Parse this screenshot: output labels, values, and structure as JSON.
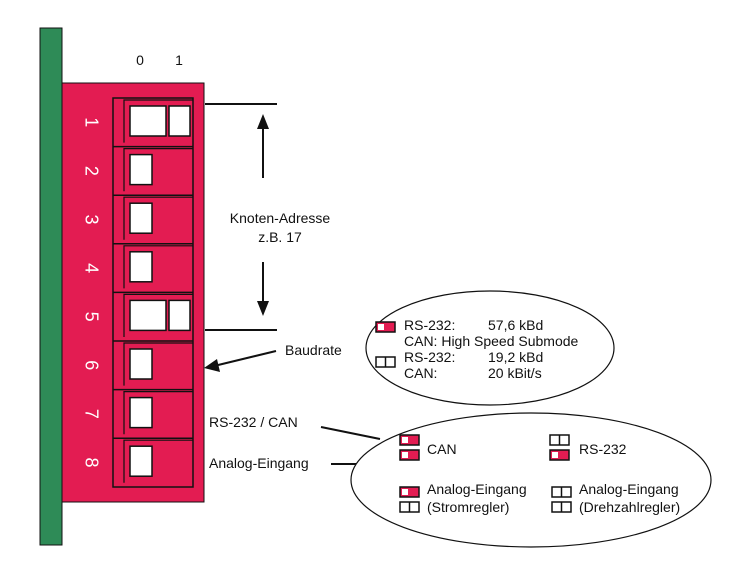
{
  "colors": {
    "rail": "#2e8b57",
    "body": "#e31c52",
    "outline": "#111111"
  },
  "column_labels": [
    "0",
    "1"
  ],
  "switches": [
    {
      "number": "1",
      "state": "1"
    },
    {
      "number": "2",
      "state": "0"
    },
    {
      "number": "3",
      "state": "0"
    },
    {
      "number": "4",
      "state": "0"
    },
    {
      "number": "5",
      "state": "1"
    },
    {
      "number": "6",
      "state": "0"
    },
    {
      "number": "7",
      "state": "0"
    },
    {
      "number": "8",
      "state": "0"
    }
  ],
  "node_address": {
    "line1": "Knoten-Adresse",
    "line2": "z.B. 17"
  },
  "baudrate": {
    "label": "Baudrate",
    "option_high": {
      "line1_key": "RS-232:",
      "line1_val": "57,6 kBd",
      "line2": "CAN: High Speed Submode"
    },
    "option_low": {
      "line1_key": "RS-232:",
      "line1_val": "19,2 kBd",
      "line2_key": "CAN:",
      "line2_val": "20 kBit/s"
    }
  },
  "rs232_can": {
    "label": "RS-232 / CAN",
    "option_can": "CAN",
    "option_rs232": "RS-232"
  },
  "analog": {
    "label": "Analog-Eingang",
    "option_current": {
      "line1": "Analog-Eingang",
      "line2": "(Stromregler)"
    },
    "option_speed": {
      "line1": "Analog-Eingang",
      "line2": "(Drehzahlregler)"
    }
  }
}
